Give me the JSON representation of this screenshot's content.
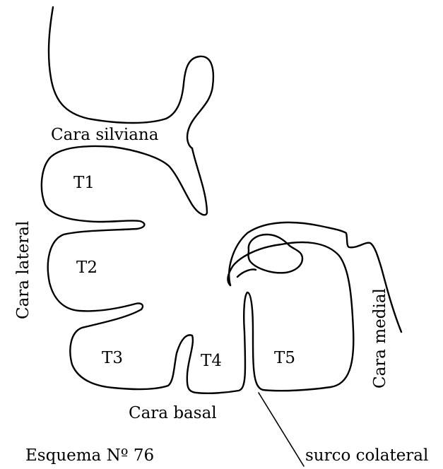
{
  "labels": {
    "cara_silviana": "Cara silviana",
    "t1": "T1",
    "t2": "T2",
    "t3": "T3",
    "t4": "T4",
    "t5": "T5",
    "cara_lateral": "Cara lateral",
    "cara_medial": "Cara medial",
    "cara_basal": "Cara basal",
    "surco_colateral": "surco colateral",
    "caption": "Esquema Nº 76"
  }
}
